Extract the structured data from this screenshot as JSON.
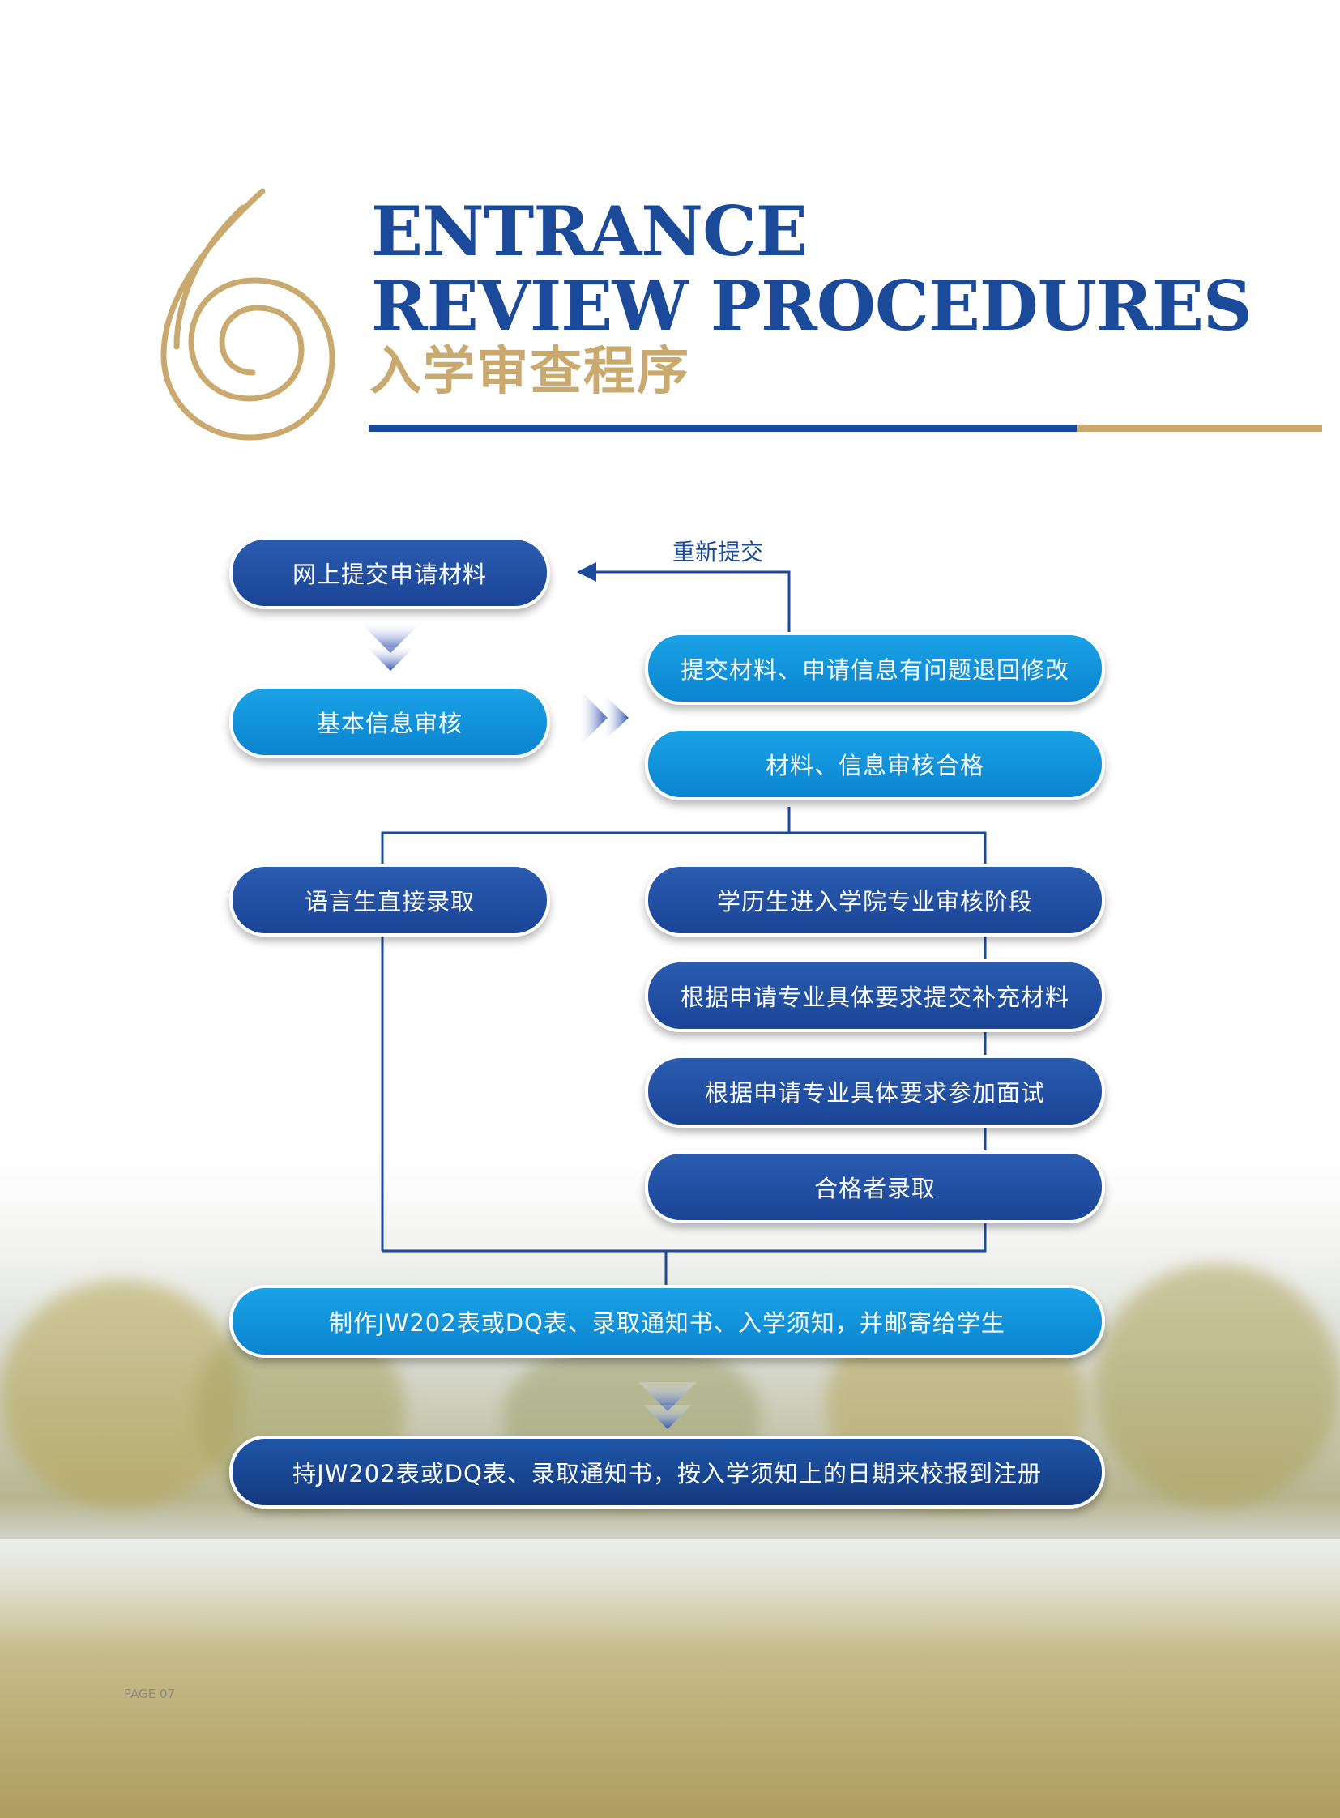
{
  "heading": {
    "numeral": "6",
    "title_en_line1": "ENTRANCE",
    "title_en_line2": "REVIEW PROCEDURES",
    "title_zh": "入学审查程序"
  },
  "colors": {
    "brand_blue": "#1b4a9a",
    "gold": "#c9a96e",
    "light_blue": "#0a8fd8"
  },
  "flowchart": {
    "resubmit_label": "重新提交",
    "steps": {
      "online_submit": "网上提交申请材料",
      "basic_review": "基本信息审核",
      "problem_return": "提交材料、申请信息有问题退回修改",
      "review_pass": "材料、信息审核合格",
      "language_admit": "语言生直接录取",
      "degree_review": "学历生进入学院专业审核阶段",
      "supplementary": "根据申请专业具体要求提交补充材料",
      "interview": "根据申请专业具体要求参加面试",
      "qualified_admit": "合格者录取",
      "prepare_docs": "制作JW202表或DQ表、录取通知书、入学须知，并邮寄给学生",
      "register": "持JW202表或DQ表、录取通知书，按入学须知上的日期来校报到注册"
    }
  },
  "footer": {
    "page_label": "PAGE 07"
  }
}
